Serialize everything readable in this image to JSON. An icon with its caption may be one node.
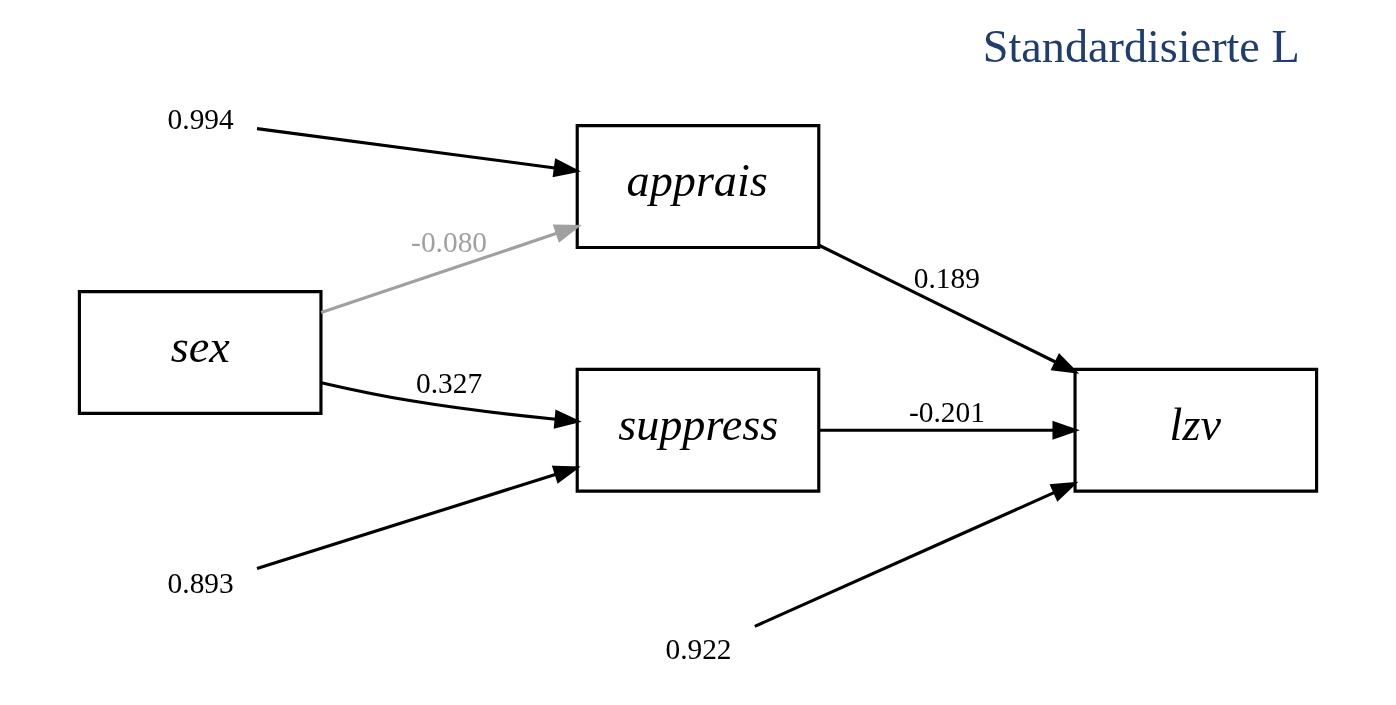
{
  "diagram": {
    "title": "Standardisierte L",
    "nodes": [
      {
        "text": [
          "sex"
        ]
      },
      {
        "text": [
          "suppress"
        ]
      },
      {
        "text": [
          "apprais"
        ]
      },
      {
        "text": [
          "lzv"
        ]
      },
      {
        "text": [
          "0.893"
        ]
      },
      {
        "text": [
          "0.994"
        ]
      },
      {
        "text": [
          "0.922"
        ]
      }
    ],
    "edges": [
      {
        "from": 0,
        "to": 1,
        "arrow": "to",
        "label": "0.327"
      },
      {
        "from": 0,
        "to": 2,
        "arrow": "to",
        "label": "-0.080",
        "color": "#a0a0a0"
      },
      {
        "from": 1,
        "to": 3,
        "arrow": "to",
        "label": "-0.201"
      },
      {
        "from": 2,
        "to": 3,
        "arrow": "to",
        "label": "0.189"
      },
      {
        "from": 4,
        "to": 1,
        "arrow": "to"
      },
      {
        "from": 5,
        "to": 2,
        "arrow": "to"
      },
      {
        "from": 6,
        "to": 3,
        "arrow": "to"
      }
    ]
  }
}
